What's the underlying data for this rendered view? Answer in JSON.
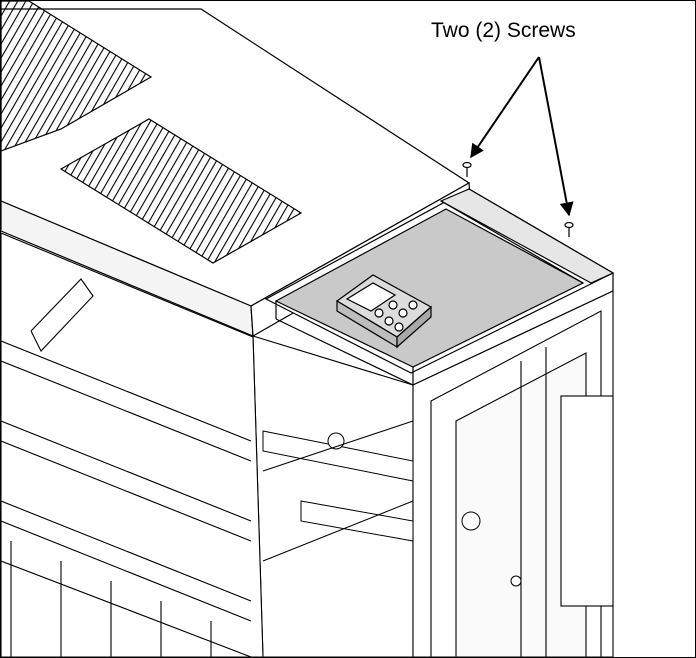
{
  "callout": {
    "label": "Two (2) Screws",
    "pointer_count": 2
  },
  "colors": {
    "line": "#000000",
    "panel_fill": "#c9c9c9",
    "body_fill": "#ffffff",
    "shade": "#e6e6e6",
    "keypad_fill": "#dcdcdc"
  },
  "icons": [
    "screw-icon",
    "arrow-pointer",
    "keypad-controller",
    "vent-grille"
  ]
}
